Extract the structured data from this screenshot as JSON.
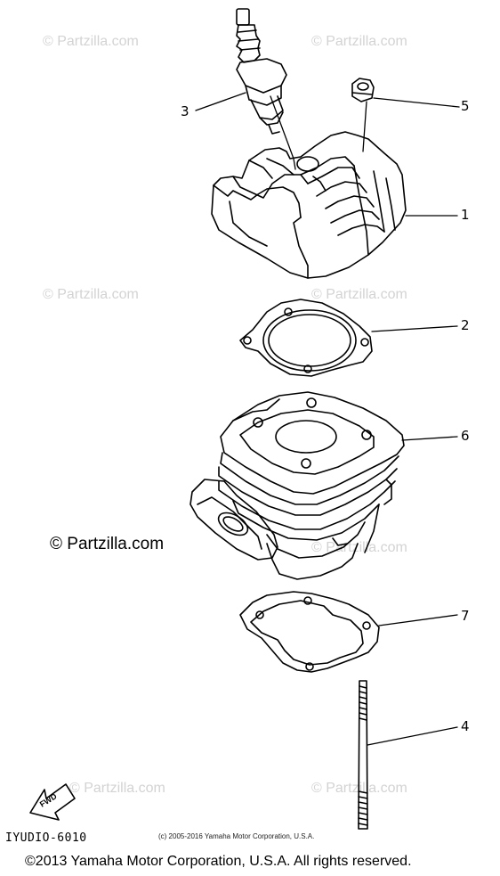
{
  "diagram": {
    "callouts": [
      {
        "id": "3",
        "label": "3"
      },
      {
        "id": "5",
        "label": "5"
      },
      {
        "id": "1",
        "label": "1"
      },
      {
        "id": "2",
        "label": "2"
      },
      {
        "id": "6",
        "label": "6"
      },
      {
        "id": "7",
        "label": "7"
      },
      {
        "id": "4",
        "label": "4"
      }
    ],
    "watermark_text": "© Partzilla.com",
    "fwd_label": "FWD",
    "diagram_code": "IYUDIO-6010",
    "small_copyright": "(c) 2005-2016 Yamaha Motor Corporation, U.S.A.",
    "copyright": "©2013 Yamaha Motor Corporation, U.S.A. All rights reserved."
  },
  "colors": {
    "line": "#000000",
    "watermark": "#d3d3d3"
  }
}
